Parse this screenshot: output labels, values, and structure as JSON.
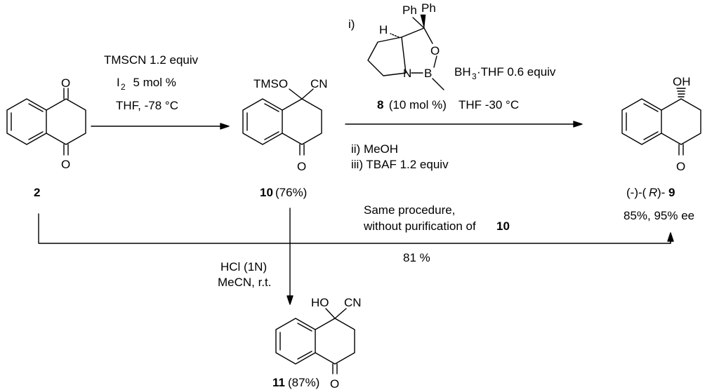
{
  "compounds": {
    "c2": {
      "label": "2"
    },
    "c10": {
      "label": "10",
      "yield": "(76%)",
      "substituent_a": "TMSO",
      "substituent_b": "CN",
      "carbonyl": "O"
    },
    "c9": {
      "label_prefix": "(-)-(",
      "label_r": "R",
      "label_suffix": ")-",
      "label": "9",
      "result": "85%, 95% ee",
      "hydroxyl": "OH",
      "carbonyl": "O"
    },
    "c11": {
      "label": "11",
      "yield": "(87%)",
      "substituent_a": "HO",
      "substituent_b": "CN",
      "carbonyl": "O"
    },
    "dione": {
      "top_o": "O",
      "bottom_o": "O"
    }
  },
  "step1": {
    "line1": "TMSCN 1.2 equiv",
    "line2_i": "I",
    "line2_sub": "2",
    "line2_rest": "  5 mol %",
    "line3": "THF, -78 °C"
  },
  "step2": {
    "roman_i": "i)",
    "catalyst": {
      "ph1": "Ph",
      "ph2": "Ph",
      "h": "H",
      "o": "O",
      "n": "N",
      "b": "B"
    },
    "catalyst_label": "8",
    "catalyst_loading": " (10 mol %)",
    "borane_a": "BH",
    "borane_sub": "3",
    "borane_b": "·THF 0.6 equiv",
    "solvent": "THF -30 °C",
    "ii": "ii) MeOH",
    "iii": "iii) TBAF 1.2 equiv"
  },
  "step3": {
    "line1": "Same procedure,",
    "line2": "without purification of ",
    "line2_bold": "10",
    "yield": "81 %"
  },
  "step4": {
    "line1": "HCl (1N)",
    "line2": "MeCN, r.t."
  }
}
